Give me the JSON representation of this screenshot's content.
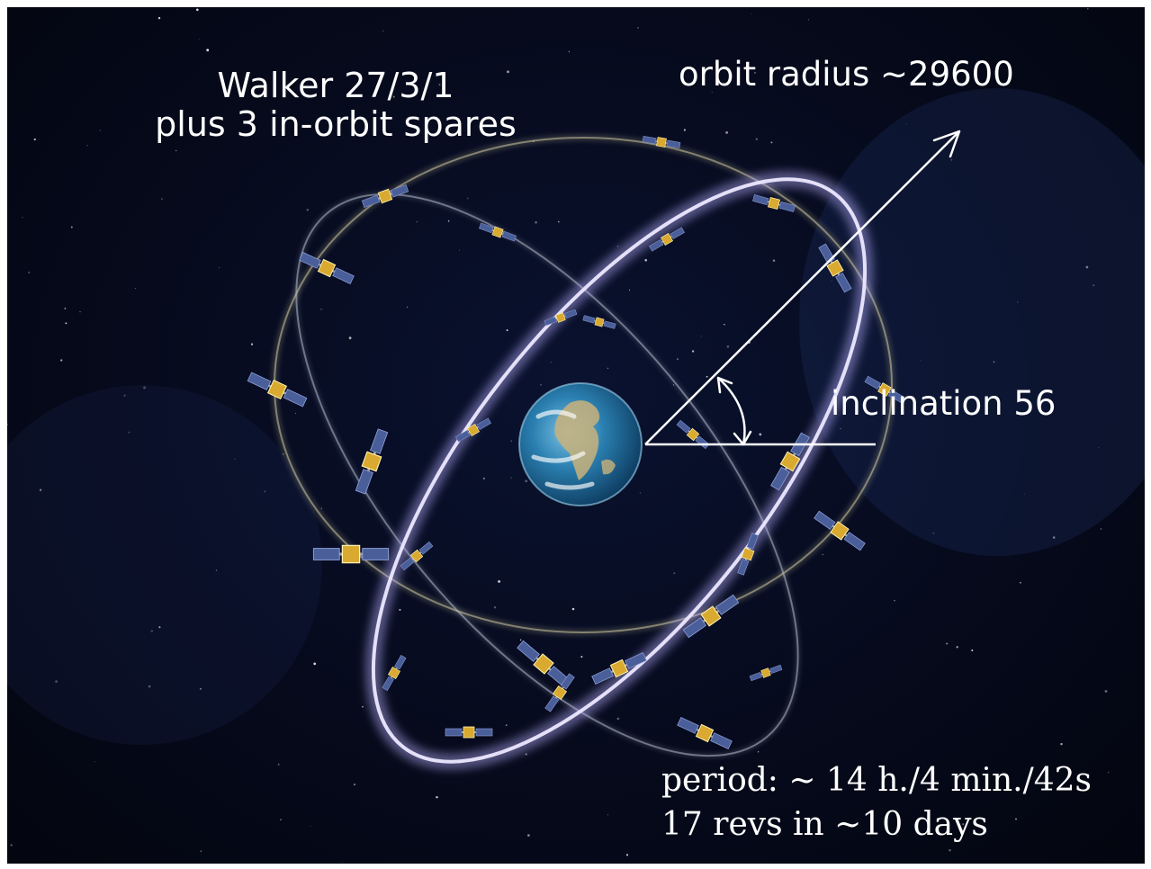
{
  "title": {
    "line1": "Walker 27/3/1",
    "line2": "plus 3 in-orbit spares"
  },
  "radius_label": "orbit radius ~29600",
  "inclination_label": "inclination 56",
  "period": {
    "line1": "period: ~ 14 h./4 min./42s",
    "line2": "17 revs in ~10 days"
  },
  "colors": {
    "background": "#060a1c",
    "annotation": "#ffffff",
    "orbit_glow": "#d8d4ff",
    "orbit_faint": "#c8c29a",
    "earth_ocean": "#2a7fb0",
    "satellite_body": "#d9a930",
    "solar_panel": "#4a5f9a"
  },
  "icons": {
    "earth": "earth-globe-icon",
    "satellite": "satellite-icon"
  }
}
